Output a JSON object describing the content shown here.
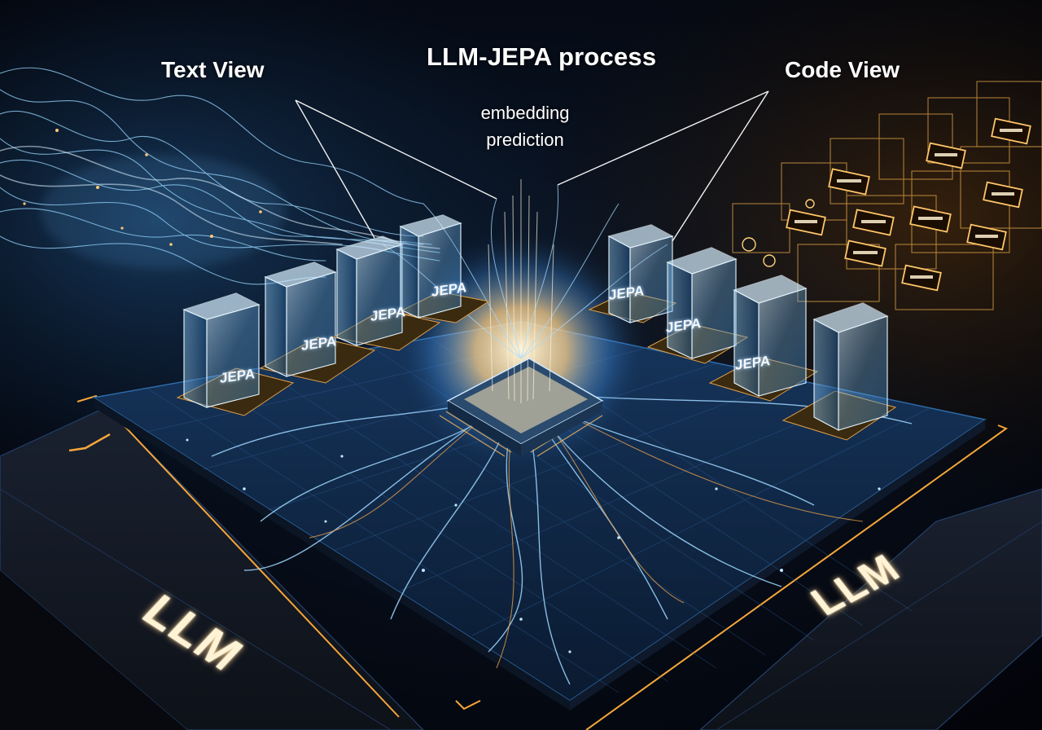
{
  "diagram": {
    "title": "LLM-JEPA process",
    "subtitle_lines": [
      "embedding",
      "prediction"
    ],
    "views": {
      "left": "Text View",
      "right": "Code View"
    },
    "block_label": "JEPA",
    "blocks": [
      {
        "side": "left",
        "index": 0,
        "label": "JEPA"
      },
      {
        "side": "left",
        "index": 1,
        "label": "JEPA"
      },
      {
        "side": "left",
        "index": 2,
        "label": "JEPA"
      },
      {
        "side": "left",
        "index": 3,
        "label": "JEPA"
      },
      {
        "side": "right",
        "index": 0,
        "label": "JEPA"
      },
      {
        "side": "right",
        "index": 1,
        "label": "JEPA"
      },
      {
        "side": "right",
        "index": 2,
        "label": "JEPA"
      },
      {
        "side": "right",
        "index": 3,
        "label": ""
      }
    ],
    "base_labels": {
      "left": "LLM",
      "right": "LLM"
    },
    "center": "processor-chip",
    "colors": {
      "background": "#03060c",
      "text_stream": "#8fd3ff",
      "code_stream": "#f0b24a",
      "board_glow": "#3a8fe0",
      "gold_trace": "#f5a63a",
      "glass": "#bfe4ff",
      "label_text": "#ffffff",
      "llm_text": "#fff3d6"
    }
  }
}
